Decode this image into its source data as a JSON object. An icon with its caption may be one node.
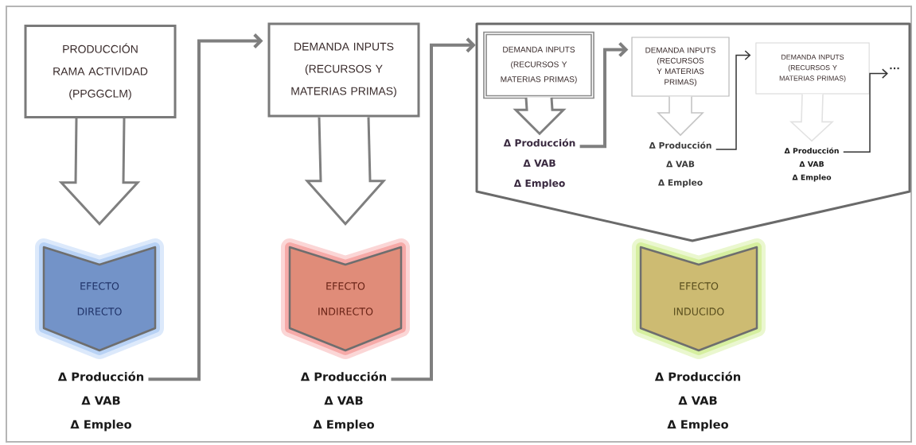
{
  "diagram": {
    "nodes": [
      {
        "text": [
          "PRODUCCIÓN RAMA ACTIVIDAD (PPGGCLM)"
        ]
      },
      {
        "text": [
          "EFECTO DIRECTO"
        ]
      },
      {
        "text": [
          "Δ Producción",
          "Δ VAB",
          "Δ Empleo"
        ]
      },
      {
        "text": [
          "DEMANDA INPUTS (RECURSOS Y MATERIAS PRIMAS)"
        ]
      },
      {
        "text": [
          "EFECTO INDIRECTO"
        ]
      },
      {
        "text": [
          "Δ Producción",
          "Δ VAB",
          "Δ Empleo"
        ]
      },
      {
        "text": [],
        "shape": "pentagon"
      },
      {
        "text": [
          "DEMANDA INPUTS (RECURSOS Y MATERIAS PRIMAS)"
        ],
        "in": 6
      },
      {
        "text": [
          "Δ Producción",
          "Δ VAB",
          "Δ Empleo"
        ],
        "in": 6
      },
      {
        "text": [
          "DEMANDA INPUTS (RECURSOS Y MATERIAS PRIMAS)"
        ],
        "in": 6
      },
      {
        "text": [
          "Δ Producción",
          "Δ VAB",
          "Δ Empleo"
        ],
        "in": 6
      },
      {
        "text": [
          "DEMANDA INPUTS (RECURSOS Y MATERIAS PRIMAS)"
        ],
        "in": 6
      },
      {
        "text": [
          "Δ Producción",
          "Δ VAB",
          "Δ Empleo"
        ],
        "in": 6
      },
      {
        "text": [
          "..."
        ],
        "in": 6
      },
      {
        "text": [
          "EFECTO INDUCIDO"
        ]
      },
      {
        "text": [
          "Δ Producción",
          "Δ VAB",
          "Δ Empleo"
        ]
      }
    ],
    "edges": [
      {
        "from": 0,
        "to": 1,
        "arrow": "to"
      },
      {
        "from": 2,
        "to": 3,
        "arrow": "to"
      },
      {
        "from": 3,
        "to": 4,
        "arrow": "to"
      },
      {
        "from": 5,
        "to": 6,
        "arrow": "to"
      },
      {
        "from": 7,
        "to": 8,
        "arrow": "to"
      },
      {
        "from": 8,
        "to": 9,
        "arrow": "to"
      },
      {
        "from": 9,
        "to": 10,
        "arrow": "to",
        "color": "#c4c4c4"
      },
      {
        "from": 10,
        "to": 11,
        "arrow": "to",
        "color": "#333333"
      },
      {
        "from": 11,
        "to": 12,
        "arrow": "to",
        "color": "#e2e2e2"
      },
      {
        "from": 12,
        "to": 13,
        "arrow": "to",
        "color": "#333333"
      }
    ]
  }
}
